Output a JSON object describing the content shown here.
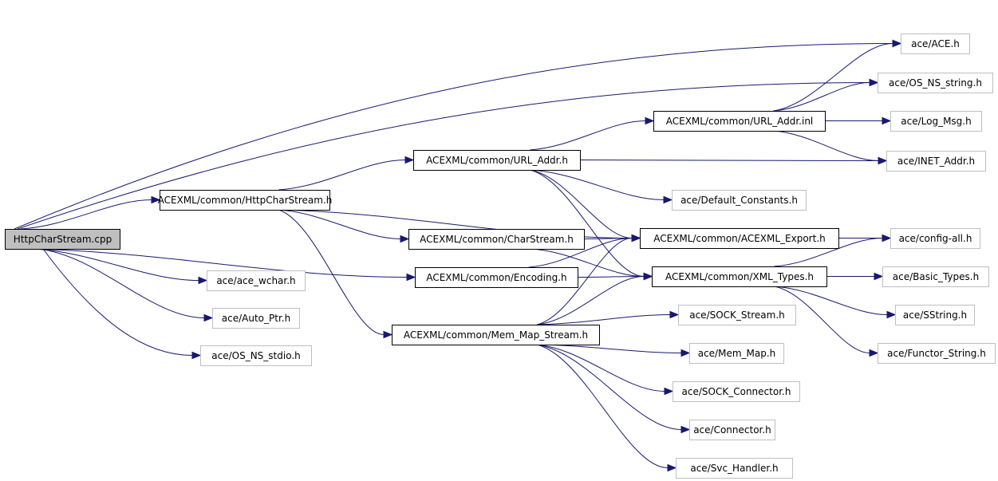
{
  "title": "HttpCharStream.cpp include dependency graph",
  "colors": {
    "edge": "#191970",
    "root_fill": "#bfbfbf",
    "root_border": "#000000",
    "documented_border": "#000000",
    "external_border": "#bfbfbf",
    "node_fill": "#ffffff"
  },
  "nodes": [
    {
      "id": "root",
      "label": "HttpCharStream.cpp",
      "kind": "root"
    },
    {
      "id": "httpcs_h",
      "label": "ACEXML/common/HttpCharStream.h",
      "kind": "documented"
    },
    {
      "id": "url_addr_h",
      "label": "ACEXML/common/URL_Addr.h",
      "kind": "documented"
    },
    {
      "id": "url_addr_inl",
      "label": "ACEXML/common/URL_Addr.inl",
      "kind": "documented"
    },
    {
      "id": "charstream_h",
      "label": "ACEXML/common/CharStream.h",
      "kind": "documented"
    },
    {
      "id": "encoding_h",
      "label": "ACEXML/common/Encoding.h",
      "kind": "documented"
    },
    {
      "id": "memmap_h",
      "label": "ACEXML/common/Mem_Map_Stream.h",
      "kind": "documented"
    },
    {
      "id": "export_h",
      "label": "ACEXML/common/ACEXML_Export.h",
      "kind": "documented"
    },
    {
      "id": "xmltypes_h",
      "label": "ACEXML/common/XML_Types.h",
      "kind": "documented"
    },
    {
      "id": "ace_h",
      "label": "ace/ACE.h",
      "kind": "external"
    },
    {
      "id": "os_ns_string",
      "label": "ace/OS_NS_string.h",
      "kind": "external"
    },
    {
      "id": "log_msg",
      "label": "ace/Log_Msg.h",
      "kind": "external"
    },
    {
      "id": "inet_addr",
      "label": "ace/INET_Addr.h",
      "kind": "external"
    },
    {
      "id": "default_constants",
      "label": "ace/Default_Constants.h",
      "kind": "external"
    },
    {
      "id": "config_all",
      "label": "ace/config-all.h",
      "kind": "external"
    },
    {
      "id": "basic_types",
      "label": "ace/Basic_Types.h",
      "kind": "external"
    },
    {
      "id": "sstring",
      "label": "ace/SString.h",
      "kind": "external"
    },
    {
      "id": "functor_string",
      "label": "ace/Functor_String.h",
      "kind": "external"
    },
    {
      "id": "ace_wchar",
      "label": "ace/ace_wchar.h",
      "kind": "external"
    },
    {
      "id": "auto_ptr",
      "label": "ace/Auto_Ptr.h",
      "kind": "external"
    },
    {
      "id": "os_ns_stdio",
      "label": "ace/OS_NS_stdio.h",
      "kind": "external"
    },
    {
      "id": "sock_stream",
      "label": "ace/SOCK_Stream.h",
      "kind": "external"
    },
    {
      "id": "mem_map",
      "label": "ace/Mem_Map.h",
      "kind": "external"
    },
    {
      "id": "sock_connector",
      "label": "ace/SOCK_Connector.h",
      "kind": "external"
    },
    {
      "id": "connector",
      "label": "ace/Connector.h",
      "kind": "external"
    },
    {
      "id": "svc_handler",
      "label": "ace/Svc_Handler.h",
      "kind": "external"
    }
  ],
  "edges": [
    [
      "root",
      "ace_h"
    ],
    [
      "root",
      "os_ns_string"
    ],
    [
      "root",
      "httpcs_h"
    ],
    [
      "root",
      "encoding_h"
    ],
    [
      "root",
      "ace_wchar"
    ],
    [
      "root",
      "auto_ptr"
    ],
    [
      "root",
      "os_ns_stdio"
    ],
    [
      "httpcs_h",
      "url_addr_h"
    ],
    [
      "httpcs_h",
      "charstream_h"
    ],
    [
      "httpcs_h",
      "export_h"
    ],
    [
      "httpcs_h",
      "memmap_h"
    ],
    [
      "url_addr_h",
      "url_addr_inl"
    ],
    [
      "url_addr_h",
      "inet_addr"
    ],
    [
      "url_addr_h",
      "default_constants"
    ],
    [
      "url_addr_h",
      "export_h"
    ],
    [
      "url_addr_h",
      "xmltypes_h"
    ],
    [
      "url_addr_inl",
      "ace_h"
    ],
    [
      "url_addr_inl",
      "os_ns_string"
    ],
    [
      "url_addr_inl",
      "log_msg"
    ],
    [
      "url_addr_inl",
      "inet_addr"
    ],
    [
      "charstream_h",
      "export_h"
    ],
    [
      "charstream_h",
      "xmltypes_h"
    ],
    [
      "encoding_h",
      "export_h"
    ],
    [
      "encoding_h",
      "xmltypes_h"
    ],
    [
      "memmap_h",
      "export_h"
    ],
    [
      "memmap_h",
      "xmltypes_h"
    ],
    [
      "memmap_h",
      "sock_stream"
    ],
    [
      "memmap_h",
      "mem_map"
    ],
    [
      "memmap_h",
      "sock_connector"
    ],
    [
      "memmap_h",
      "connector"
    ],
    [
      "memmap_h",
      "svc_handler"
    ],
    [
      "export_h",
      "config_all"
    ],
    [
      "xmltypes_h",
      "config_all"
    ],
    [
      "xmltypes_h",
      "basic_types"
    ],
    [
      "xmltypes_h",
      "sstring"
    ],
    [
      "xmltypes_h",
      "functor_string"
    ]
  ]
}
